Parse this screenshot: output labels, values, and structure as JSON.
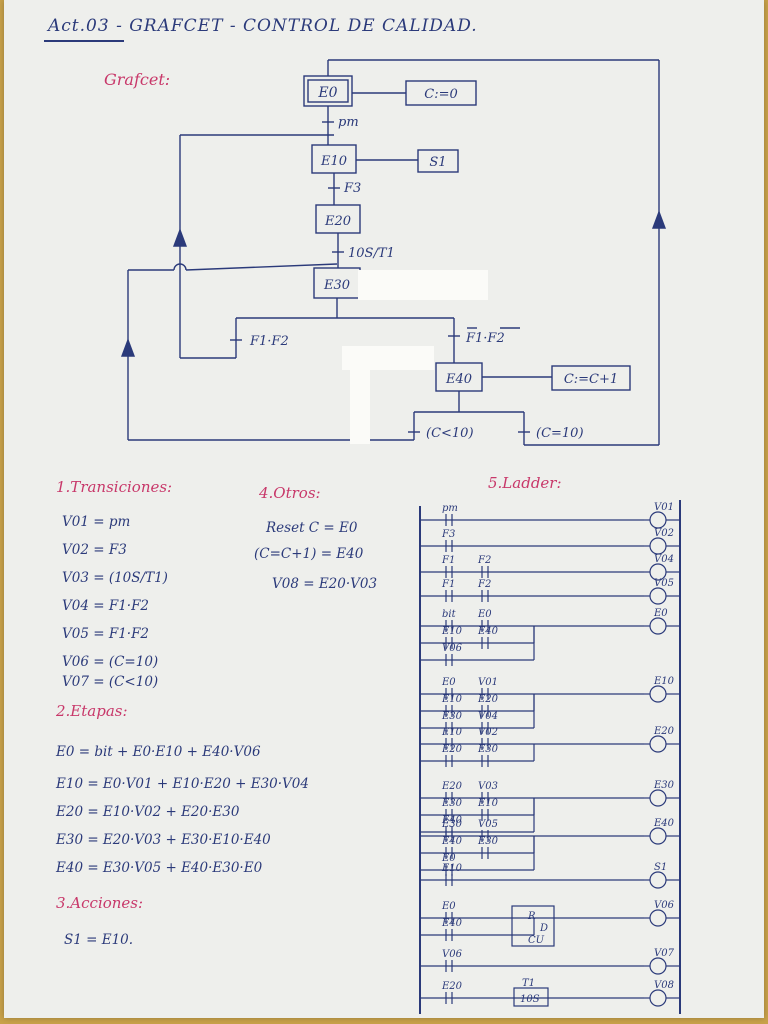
{
  "title": "Act.03 - GRAFCET - CONTROL DE CALIDAD.",
  "grafcet": {
    "label": "Grafcet:",
    "steps": [
      "E0",
      "E10",
      "E20",
      "E30",
      "E40"
    ],
    "actions": [
      "C:=0",
      "S1",
      "C:=C+1"
    ],
    "transitions": [
      "pm",
      "F3",
      "10S/T1",
      "F1·F2",
      "F1·F2",
      "(C<10)",
      "(C=10)"
    ]
  },
  "sections": {
    "transiciones": {
      "heading": "1.Transiciones:",
      "items": [
        "V01 = pm",
        "V02 = F3",
        "V03 = (10S/T1)",
        "V04 = F1·F2",
        "V05 = F1·F2",
        "V06 = (C=10)",
        "V07 = (C<10)"
      ]
    },
    "etapas": {
      "heading": "2.Etapas:",
      "items": [
        "E0 = bit + E0·E10 + E40·V06",
        "E10 = E0·V01 + E10·E20 + E30·V04",
        "E20 = E10·V02 + E20·E30",
        "E30 = E20·V03 + E30·E10·E40",
        "E40 = E30·V05 + E40·E30·E0"
      ]
    },
    "acciones": {
      "heading": "3.Acciones:",
      "items": [
        "S1 = E10."
      ]
    },
    "otros": {
      "heading": "4.Otros:",
      "items": [
        "Reset C = E0",
        "(C=C+1) = E40",
        "V08 = E20·V03"
      ]
    },
    "ladder": {
      "heading": "5.Ladder:",
      "rungs": [
        {
          "contacts": [
            "pm"
          ],
          "coil": "V01"
        },
        {
          "contacts": [
            "F3"
          ],
          "coil": "V02"
        },
        {
          "contacts": [
            "F1",
            "F2"
          ],
          "coil": "V04"
        },
        {
          "contacts": [
            "F1",
            "F2"
          ],
          "coil": "V05"
        },
        {
          "contacts": [
            "bit",
            "E0",
            "E10",
            "E40",
            "V06"
          ],
          "coil": "E0"
        },
        {
          "contacts": [
            "E0",
            "V01",
            "E10",
            "E20",
            "E30",
            "V04"
          ],
          "coil": "E10"
        },
        {
          "contacts": [
            "E10",
            "V02",
            "E20",
            "E30"
          ],
          "coil": "E20"
        },
        {
          "contacts": [
            "E20",
            "V03",
            "E30",
            "E10",
            "E40"
          ],
          "coil": "E30"
        },
        {
          "contacts": [
            "E30",
            "V05",
            "E40",
            "E30",
            "E0"
          ],
          "coil": "E40"
        },
        {
          "contacts": [
            "E10"
          ],
          "coil": "S1"
        },
        {
          "contacts": [
            "E0",
            "E40"
          ],
          "block": {
            "labels": [
              "R",
              "D",
              "CU"
            ]
          },
          "coil": "V06"
        },
        {
          "contacts": [
            "V06"
          ],
          "coil": "V07"
        },
        {
          "contacts": [
            "E20"
          ],
          "timer": {
            "name": "T1",
            "preset": "10S"
          },
          "coil": "V08"
        }
      ]
    }
  },
  "colors": {
    "ink": "#2b3a7a",
    "heading": "#c8386a",
    "paper": "#eeefec",
    "table": "#c9a24a"
  }
}
